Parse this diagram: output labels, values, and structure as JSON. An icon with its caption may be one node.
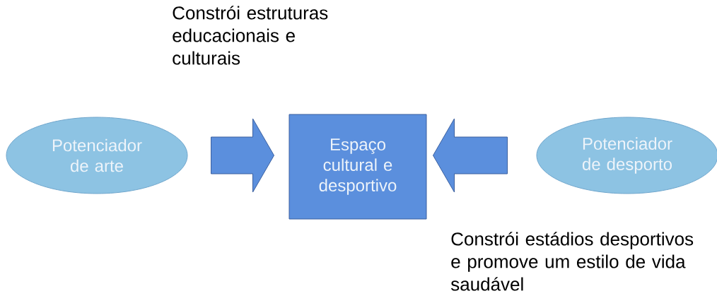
{
  "diagram": {
    "nodes": [
      {
        "text": [
          "Potenciador de arte"
        ]
      },
      {
        "text": [
          "Espaço cultural e desportivo"
        ]
      },
      {
        "text": [
          "Potenciador de desporto"
        ]
      }
    ],
    "edges": [
      {
        "from": 0,
        "to": 1,
        "arrow": "to"
      },
      {
        "from": 2,
        "to": 1,
        "arrow": "to"
      }
    ],
    "labels": [
      "Constrói estruturas educacionais e culturais",
      "Constrói estádios desportivos e promove um estilo de vida saudável"
    ]
  }
}
